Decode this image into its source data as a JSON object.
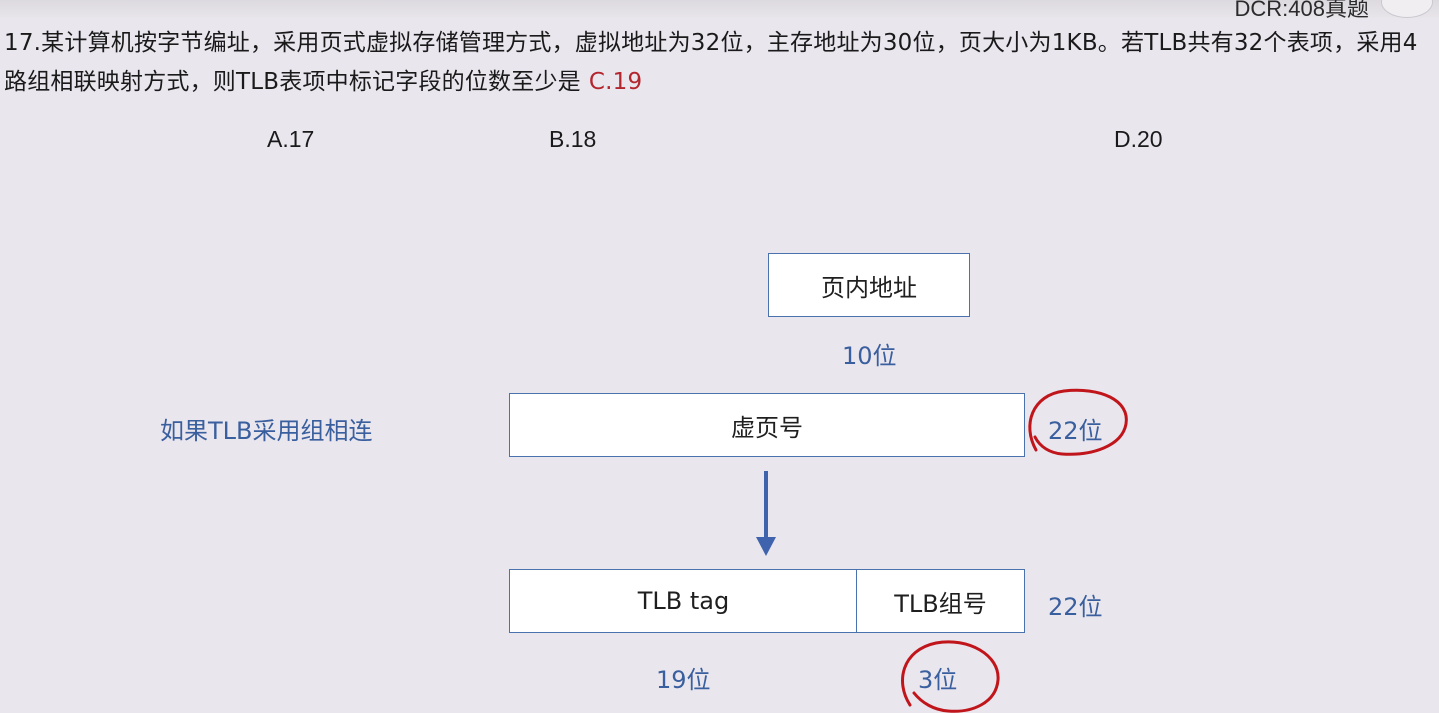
{
  "header": {
    "right_text": "DCR:408真题"
  },
  "question": {
    "text": "17.某计算机按字节编址，采用页式虚拟存储管理方式，虚拟地址为32位，主存地址为30位，页大小为1KB。若TLB共有32个表项，采用4路组相联映射方式，则TLB表项中标记字段的位数至少是",
    "answer": "C.19"
  },
  "options": {
    "a": "A.17",
    "b": "B.18",
    "d": "D.20"
  },
  "diagram": {
    "offset_box": "页内地址",
    "offset_bits": "10位",
    "side_label": "如果TLB采用组相连",
    "vpn_box": "虚页号",
    "vpn_bits": "22位",
    "tag_box": "TLB tag",
    "set_box": "TLB组号",
    "total_bits": "22位",
    "tag_bits": "19位",
    "set_bits": "3位"
  },
  "colors": {
    "box_border": "#4a72ad",
    "label_blue": "#3a5f9e",
    "answer_red": "#b3262e",
    "circle_red": "#c0161b",
    "arrow": "#3f64ad"
  }
}
